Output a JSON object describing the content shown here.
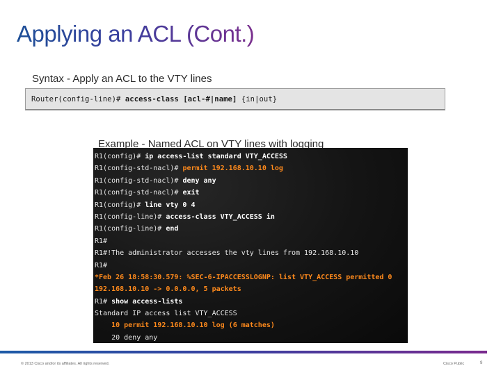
{
  "slide": {
    "title": "Applying an ACL (Cont.)",
    "syntax_label": "Syntax - Apply an ACL to the VTY lines",
    "syntax_code": {
      "prompt": "Router(config-line)# ",
      "command": "access-class",
      "args_bold": " [acl-#|name]",
      "args": " {in|out}"
    },
    "example_label": "Example - Named ACL on VTY lines with logging",
    "terminal_lines": [
      {
        "prompt": "R1(config)# ",
        "text": "ip access-list standard VTY_ACCESS",
        "style": "cmd"
      },
      {
        "prompt": "R1(config-std-nacl)# ",
        "text": "permit 192.168.10.10 log",
        "style": "hl"
      },
      {
        "prompt": "R1(config-std-nacl)# ",
        "text": "deny any",
        "style": "cmd"
      },
      {
        "prompt": "R1(config-std-nacl)# ",
        "text": "exit",
        "style": "cmd"
      },
      {
        "prompt": "R1(config)# ",
        "text": "line vty 0 4",
        "style": "cmd"
      },
      {
        "prompt": "R1(config-line)# ",
        "text": "access-class VTY_ACCESS in",
        "style": "cmd"
      },
      {
        "prompt": "R1(config-line)# ",
        "text": "end",
        "style": "cmd"
      },
      {
        "prompt": "R1#",
        "text": "",
        "style": "plain"
      },
      {
        "prompt": "R1#",
        "text": "!The administrator accesses the vty lines from 192.168.10.10",
        "style": "plain"
      },
      {
        "prompt": "R1#",
        "text": "",
        "style": "plain"
      },
      {
        "prompt": "",
        "text": "*Feb 26 18:58:30.579: %SEC-6-IPACCESSLOGNP: list VTY_ACCESS permitted 0",
        "style": "hl"
      },
      {
        "prompt": "",
        "text": "192.168.10.10 -> 0.0.0.0, 5 packets",
        "style": "hl"
      },
      {
        "prompt": "R1# ",
        "text": "show access-lists",
        "style": "cmd"
      },
      {
        "prompt": "",
        "text": "Standard IP access list VTY_ACCESS",
        "style": "plain"
      },
      {
        "prompt": "    ",
        "text": "10 permit 192.168.10.10 log (6 matches)",
        "style": "hl"
      },
      {
        "prompt": "    ",
        "text": "20 deny any",
        "style": "plain"
      }
    ],
    "footer": {
      "copyright": "© 2013 Cisco and/or its affiliates. All rights reserved.",
      "classification": "Cisco Public",
      "page_number": "9"
    },
    "colors": {
      "title_gradient_start": "#1d4f97",
      "title_gradient_end": "#7a2f8e",
      "highlight": "#ff8a1c",
      "terminal_bg": "#111111"
    }
  }
}
